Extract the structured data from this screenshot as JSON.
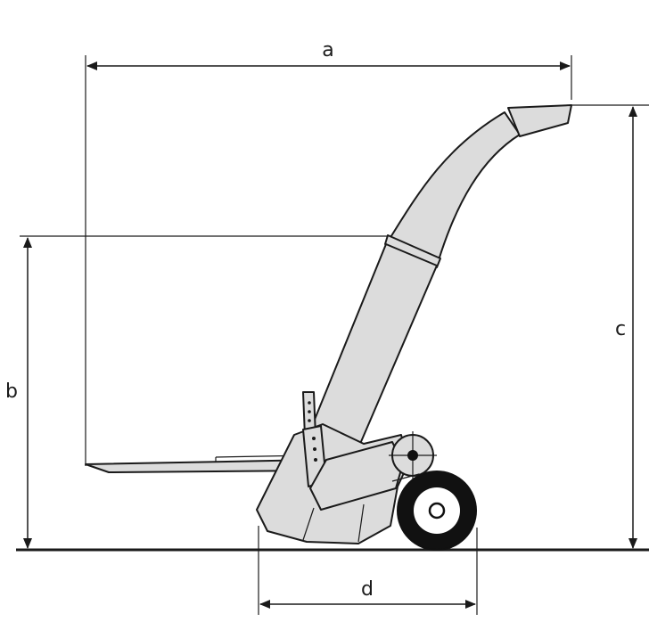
{
  "diagram": {
    "dimensions": {
      "a": "a",
      "b": "b",
      "c": "c",
      "d": "d"
    },
    "colors": {
      "line": "#1a1a1a",
      "fill": "#dcdcdc",
      "wheel": "#111111",
      "background": "#ffffff"
    }
  }
}
